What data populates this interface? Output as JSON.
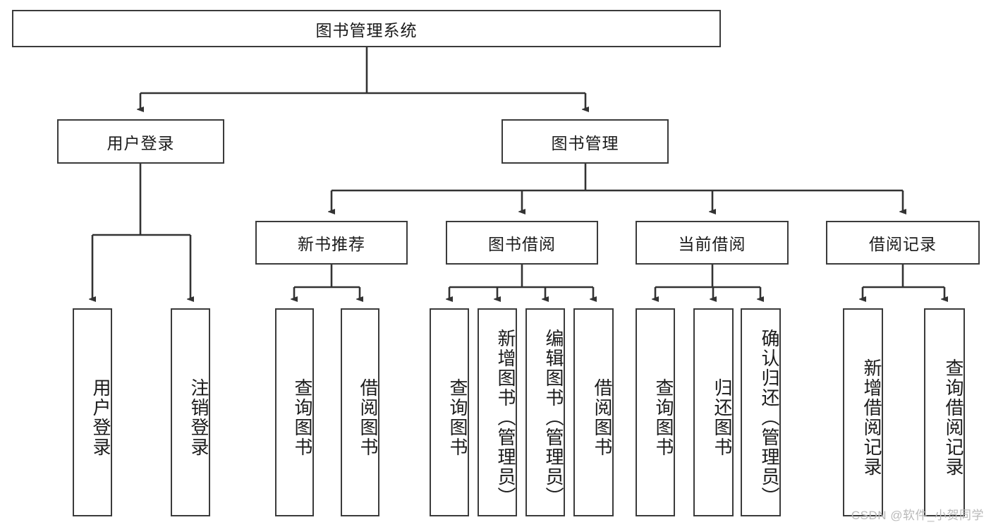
{
  "diagram": {
    "title": "图书管理系统",
    "type": "tree",
    "background_color": "#ffffff",
    "box_border_color": "#3b3b3b",
    "line_color": "#333333",
    "root": {
      "id": "root",
      "label": "图书管理系统",
      "orientation": "horizontal"
    },
    "level2": [
      {
        "id": "user-login",
        "label": "用户登录",
        "orientation": "horizontal"
      },
      {
        "id": "book-manage",
        "label": "图书管理",
        "orientation": "horizontal"
      }
    ],
    "level3": [
      {
        "id": "new-book-recommend",
        "label": "新书推荐",
        "orientation": "horizontal",
        "parent": "book-manage"
      },
      {
        "id": "book-borrow",
        "label": "图书借阅",
        "orientation": "horizontal",
        "parent": "book-manage"
      },
      {
        "id": "current-borrow",
        "label": "当前借阅",
        "orientation": "horizontal",
        "parent": "book-manage"
      },
      {
        "id": "borrow-record",
        "label": "借阅记录",
        "orientation": "horizontal",
        "parent": "book-manage"
      }
    ],
    "leaves": [
      {
        "id": "leaf-user-login",
        "label": "用户登录",
        "parent": "user-login"
      },
      {
        "id": "leaf-user-logout",
        "label": "注销登录",
        "parent": "user-login"
      },
      {
        "id": "leaf-query-book-1",
        "label": "查询图书",
        "parent": "new-book-recommend"
      },
      {
        "id": "leaf-borrow-book-1",
        "label": "借阅图书",
        "parent": "new-book-recommend"
      },
      {
        "id": "leaf-query-book-2",
        "label": "查询图书",
        "parent": "book-borrow"
      },
      {
        "id": "leaf-add-book",
        "label": "新增图书（管理员）",
        "parent": "book-borrow"
      },
      {
        "id": "leaf-edit-book",
        "label": "编辑图书（管理员）",
        "parent": "book-borrow"
      },
      {
        "id": "leaf-borrow-book-2",
        "label": "借阅图书",
        "parent": "book-borrow"
      },
      {
        "id": "leaf-query-book-3",
        "label": "查询图书",
        "parent": "current-borrow"
      },
      {
        "id": "leaf-return-book",
        "label": "归还图书",
        "parent": "current-borrow"
      },
      {
        "id": "leaf-confirm-return",
        "label": "确认归还（管理员）",
        "parent": "current-borrow"
      },
      {
        "id": "leaf-add-record",
        "label": "新增借阅记录",
        "parent": "borrow-record"
      },
      {
        "id": "leaf-query-record",
        "label": "查询借阅记录",
        "parent": "borrow-record"
      }
    ]
  },
  "watermark": {
    "text": "CSDN @软件_小贺同学",
    "color": "#b9b9b9"
  }
}
